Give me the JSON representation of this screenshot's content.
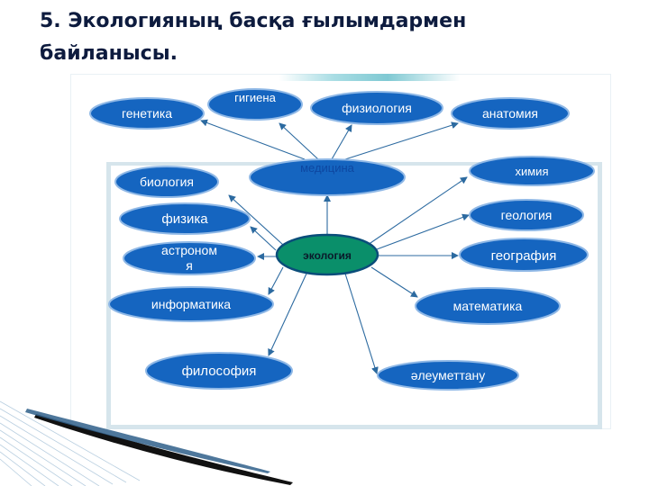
{
  "title": {
    "line1": "5. Экологияның  басқа ғылымдармен",
    "line2": "байланысы."
  },
  "colors": {
    "node_fill": "#1565c0",
    "node_stroke": "#8fb8e6",
    "center_fill": "#0a8f6a",
    "center_stroke": "#0a4d7a",
    "arrow": "#2c6aa0",
    "label": "#ffffff",
    "center_label": "#0a1a2a"
  },
  "diagram": {
    "center": {
      "id": "ecology",
      "label": "экология"
    },
    "medicine": {
      "id": "medicine",
      "label": "медицина"
    },
    "top_nodes": [
      {
        "id": "genetics",
        "label": "генетика"
      },
      {
        "id": "hygiene",
        "label": "гигиена"
      },
      {
        "id": "physiology",
        "label": "физиология"
      },
      {
        "id": "anatomy",
        "label": "анатомия"
      }
    ],
    "left_nodes": [
      {
        "id": "biology",
        "label": "биология"
      },
      {
        "id": "physics",
        "label": "физика"
      },
      {
        "id": "astronomy",
        "label_line1": "астроном",
        "label_line2": "я"
      },
      {
        "id": "informatics",
        "label": "информатика"
      },
      {
        "id": "philosophy",
        "label": "философия"
      }
    ],
    "right_nodes": [
      {
        "id": "chemistry",
        "label": "химия"
      },
      {
        "id": "geology",
        "label": "геология"
      },
      {
        "id": "geography",
        "label": "география"
      },
      {
        "id": "mathematics",
        "label": "математика"
      },
      {
        "id": "sociology",
        "label": "әлеуметтану"
      }
    ]
  }
}
